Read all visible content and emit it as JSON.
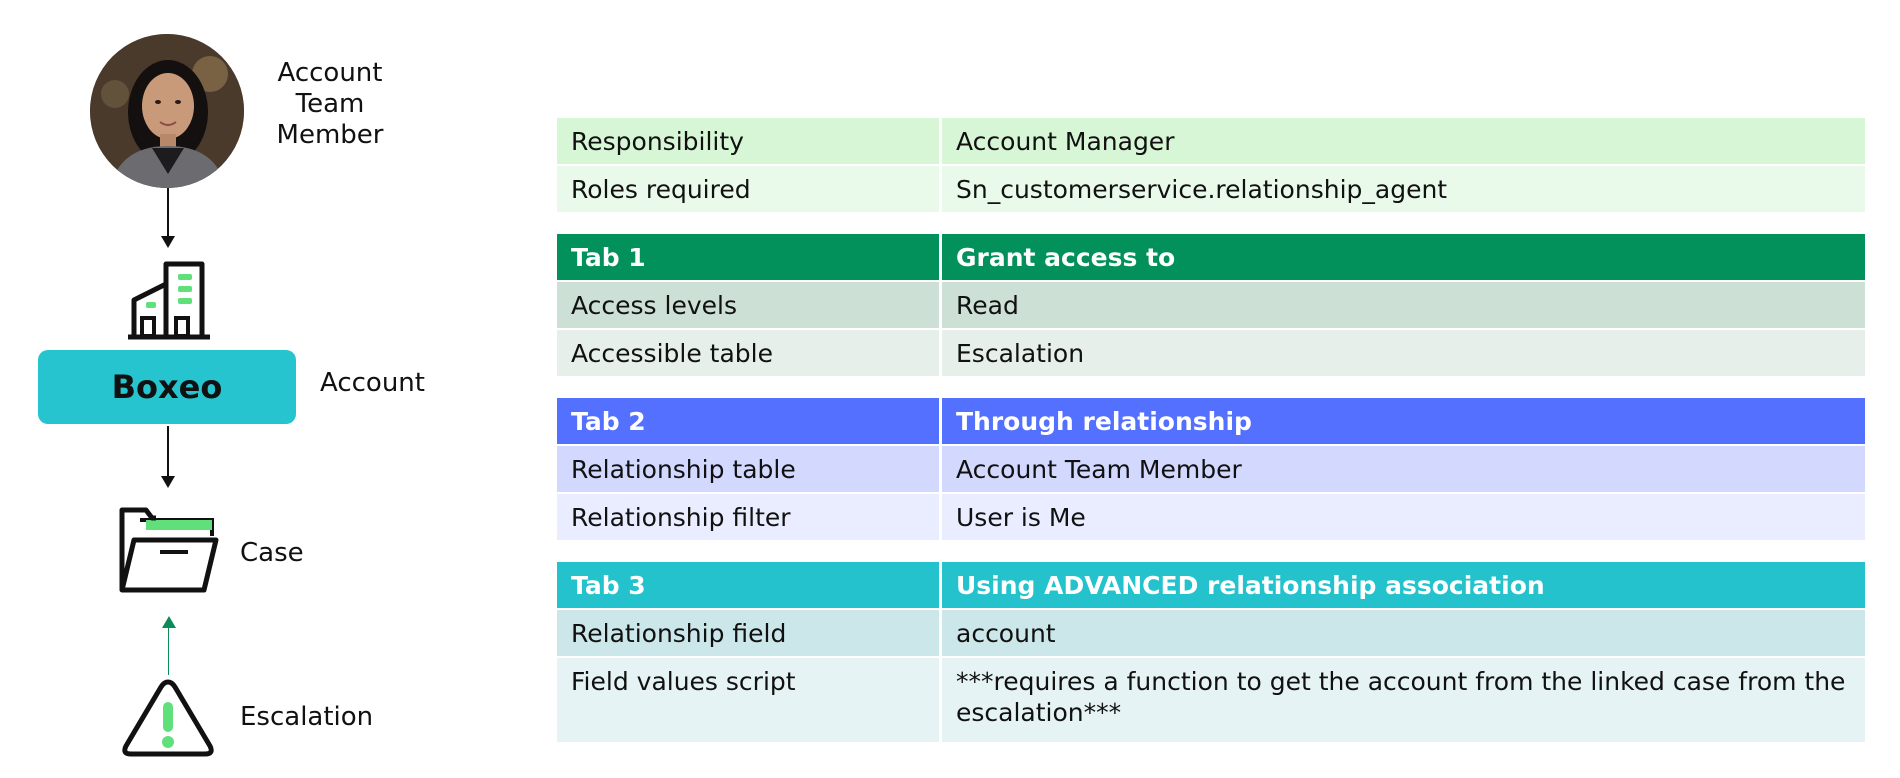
{
  "diagram": {
    "member_label": "Account Team Member",
    "account_name": "Boxeo",
    "account_label": "Account",
    "case_label": "Case",
    "escalation_label": "Escalation",
    "colors": {
      "accent_teal": "#26c4cf",
      "accent_green": "#5fe07a",
      "arrow_green": "#0d8c5a"
    },
    "icons": [
      "person-photo",
      "building-icon",
      "folder-icon",
      "warning-icon"
    ]
  },
  "summary": {
    "rows": [
      {
        "label": "Responsibility",
        "value": "Account Manager"
      },
      {
        "label": "Roles required",
        "value": "Sn_customerservice.relationship_agent"
      }
    ]
  },
  "tab1": {
    "header": {
      "label": "Tab 1",
      "value": "Grant access to"
    },
    "color": "#02915a",
    "rows": [
      {
        "label": "Access levels",
        "value": "Read"
      },
      {
        "label": "Accessible table",
        "value": "Escalation"
      }
    ]
  },
  "tab2": {
    "header": {
      "label": "Tab 2",
      "value": "Through relationship"
    },
    "color": "#5470ff",
    "rows": [
      {
        "label": "Relationship table",
        "value": "Account Team Member"
      },
      {
        "label": "Relationship filter",
        "value": "User is Me"
      }
    ]
  },
  "tab3": {
    "header": {
      "label": "Tab 3",
      "value": "Using ADVANCED relationship association"
    },
    "color": "#24c2cd",
    "rows": [
      {
        "label": "Relationship field",
        "value": "account"
      },
      {
        "label": "Field values script",
        "value": "***requires a function to get the account from the linked case from the escalation***"
      }
    ]
  }
}
